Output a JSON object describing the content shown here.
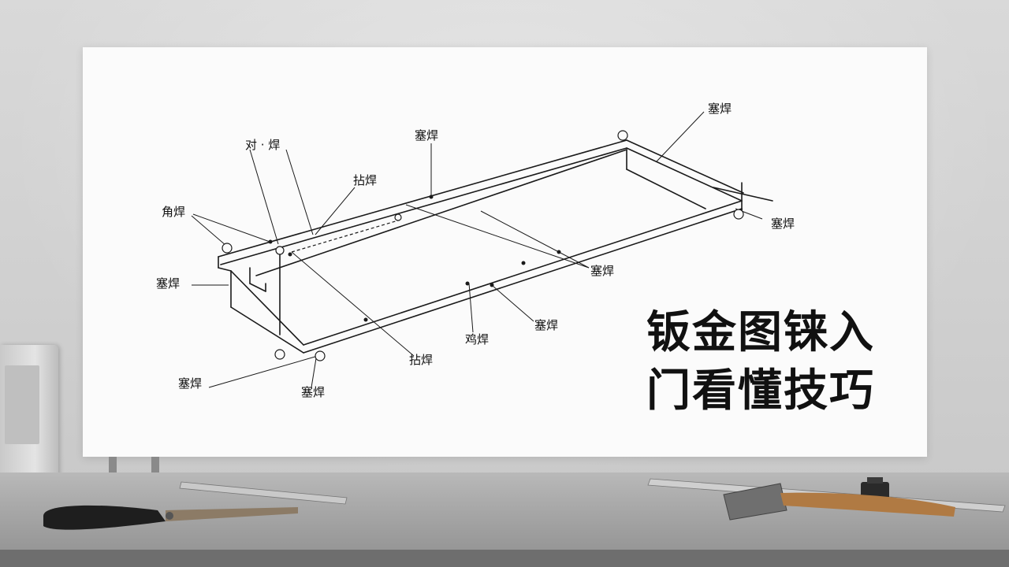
{
  "title": {
    "line1": "钣金图铼入",
    "line2": "门看懂技巧"
  },
  "diagram": {
    "labels": {
      "top_right": "塞焊",
      "top_middle": "塞焊",
      "butt_weld": "对 · 焊",
      "tack_weld_top": "拈焊",
      "corner_weld": "角焊",
      "left_plug": "塞焊",
      "right_plug": "塞焊",
      "center_plug": "塞焊",
      "bottom_plug": "塞焊",
      "chicken_weld": "鸡焊",
      "tack_weld_bottom": "拈焊",
      "bottom_left_plug": "塞焊",
      "bottom_center_plug": "塞焊"
    }
  },
  "colors": {
    "panel": "#fbfbfb",
    "line": "#1a1a1a",
    "wall": "#d4d4d4",
    "table": "#a5a5a5"
  }
}
